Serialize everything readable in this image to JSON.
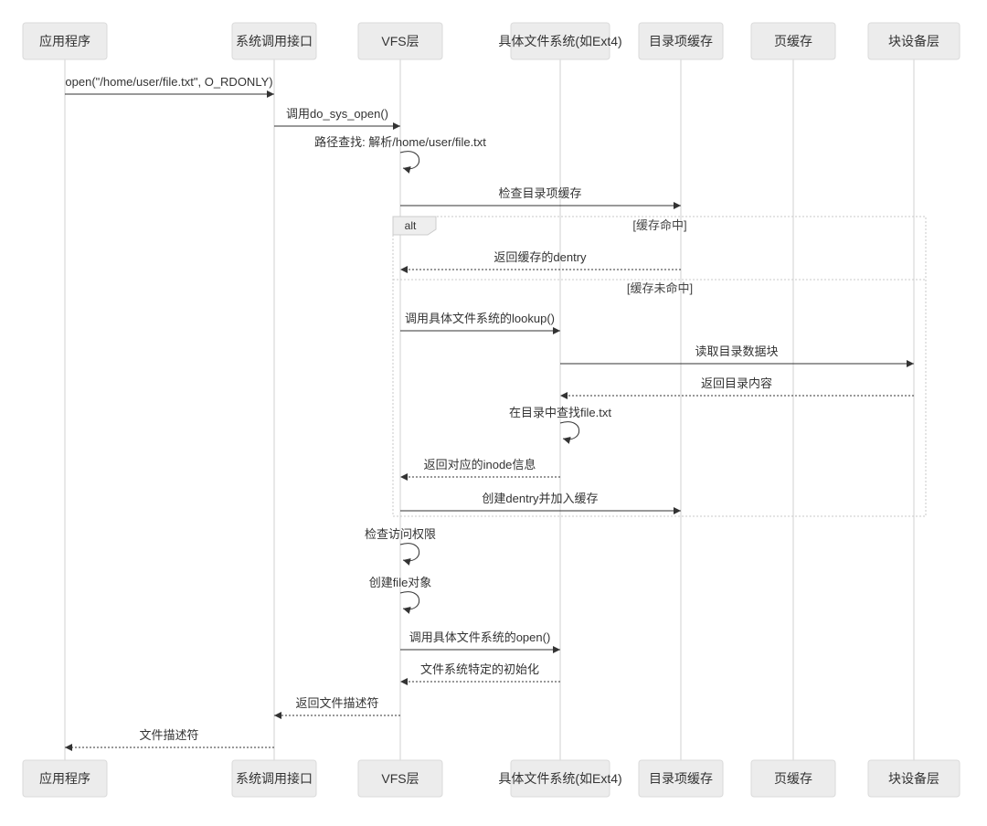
{
  "diagram": {
    "type": "sequence-diagram",
    "participants": [
      {
        "label": "应用程序"
      },
      {
        "label": "系统调用接口"
      },
      {
        "label": "VFS层"
      },
      {
        "label": "具体文件系统(如Ext4)"
      },
      {
        "label": "目录项缓存"
      },
      {
        "label": "页缓存"
      },
      {
        "label": "块设备层"
      }
    ],
    "messages": [
      {
        "from": "应用程序",
        "to": "系统调用接口",
        "style": "solid",
        "label": "open(\"/home/user/file.txt\", O_RDONLY)"
      },
      {
        "from": "系统调用接口",
        "to": "VFS层",
        "style": "solid",
        "label": "调用do_sys_open()"
      },
      {
        "from": "VFS层",
        "to": "VFS层",
        "style": "self",
        "label": "路径查找: 解析/home/user/file.txt"
      },
      {
        "from": "VFS层",
        "to": "目录项缓存",
        "style": "solid",
        "label": "检查目录项缓存"
      },
      {
        "from": "目录项缓存",
        "to": "VFS层",
        "style": "dashed",
        "label": "返回缓存的dentry"
      },
      {
        "from": "VFS层",
        "to": "具体文件系统(如Ext4)",
        "style": "solid",
        "label": "调用具体文件系统的lookup()"
      },
      {
        "from": "具体文件系统(如Ext4)",
        "to": "块设备层",
        "style": "solid",
        "label": "读取目录数据块"
      },
      {
        "from": "块设备层",
        "to": "具体文件系统(如Ext4)",
        "style": "dashed",
        "label": "返回目录内容"
      },
      {
        "from": "具体文件系统(如Ext4)",
        "to": "具体文件系统(如Ext4)",
        "style": "self",
        "label": "在目录中查找file.txt"
      },
      {
        "from": "具体文件系统(如Ext4)",
        "to": "VFS层",
        "style": "dashed",
        "label": "返回对应的inode信息"
      },
      {
        "from": "VFS层",
        "to": "目录项缓存",
        "style": "solid",
        "label": "创建dentry并加入缓存"
      },
      {
        "from": "VFS层",
        "to": "VFS层",
        "style": "self",
        "label": "检查访问权限"
      },
      {
        "from": "VFS层",
        "to": "VFS层",
        "style": "self",
        "label": "创建file对象"
      },
      {
        "from": "VFS层",
        "to": "具体文件系统(如Ext4)",
        "style": "solid",
        "label": "调用具体文件系统的open()"
      },
      {
        "from": "具体文件系统(如Ext4)",
        "to": "VFS层",
        "style": "dashed",
        "label": "文件系统特定的初始化"
      },
      {
        "from": "VFS层",
        "to": "系统调用接口",
        "style": "dashed",
        "label": "返回文件描述符"
      },
      {
        "from": "系统调用接口",
        "to": "应用程序",
        "style": "dashed",
        "label": "文件描述符"
      }
    ],
    "alt_frame": {
      "label": "alt",
      "branches": [
        {
          "condition": "[缓存命中]"
        },
        {
          "condition": "[缓存未命中]"
        }
      ]
    },
    "colors": {
      "actor_fill": "#ececec",
      "actor_border": "#dadada",
      "text": "#333333",
      "message_line": "#333333",
      "lifeline": "#d0d0d0",
      "frame_border": "#c9c9c9"
    }
  }
}
